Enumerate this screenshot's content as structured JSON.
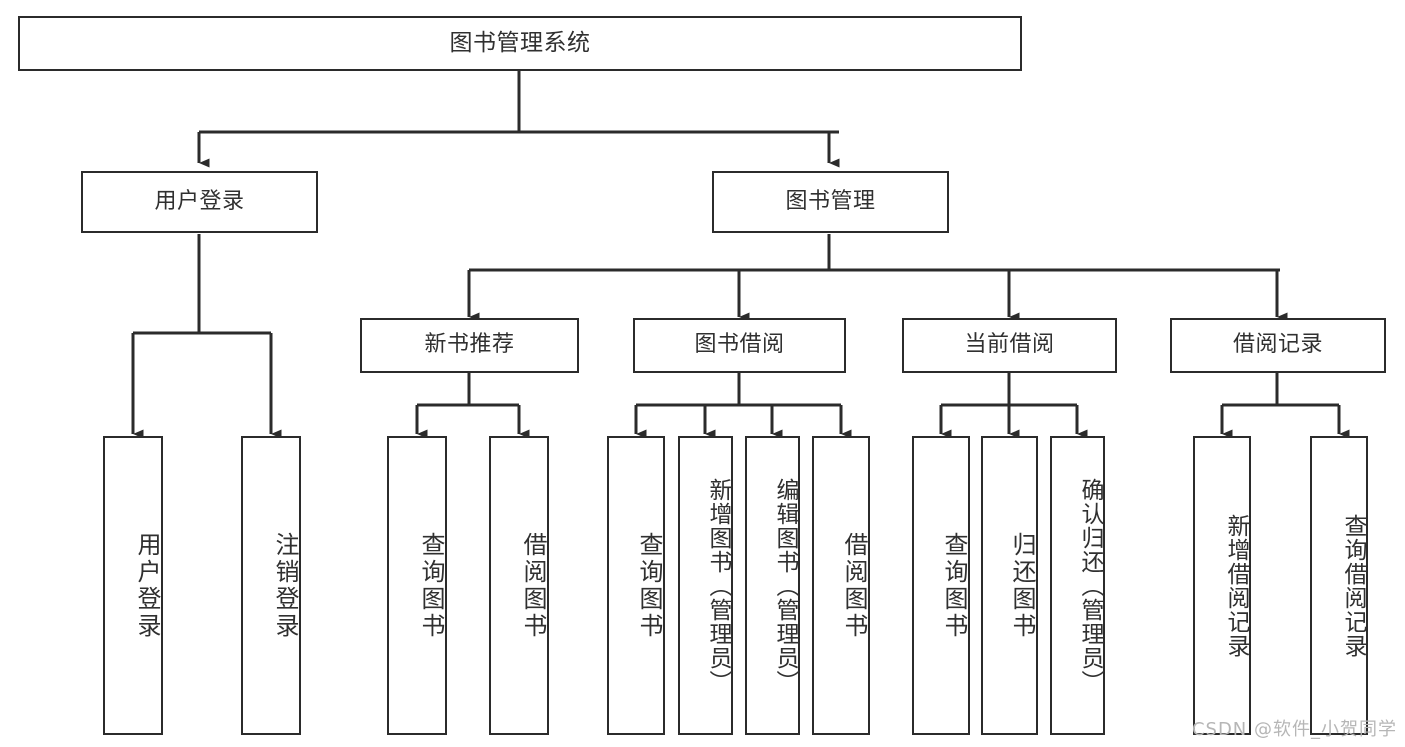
{
  "diagram": {
    "title": "图书管理系统",
    "type": "tree-hierarchy",
    "watermark": "CSDN @软件_小贺同学",
    "colors": {
      "stroke": "#2b2b2b",
      "text": "#303030",
      "background": "#ffffff",
      "watermark": "#b6b6b6"
    },
    "root": {
      "label": "图书管理系统"
    },
    "level2": [
      {
        "id": "user-login",
        "label": "用户登录"
      },
      {
        "id": "book-manage",
        "label": "图书管理"
      }
    ],
    "level3": [
      {
        "id": "new-book-recommend",
        "label": "新书推荐",
        "parent": "book-manage"
      },
      {
        "id": "book-borrow",
        "label": "图书借阅",
        "parent": "book-manage"
      },
      {
        "id": "current-borrow",
        "label": "当前借阅",
        "parent": "book-manage"
      },
      {
        "id": "borrow-record",
        "label": "借阅记录",
        "parent": "book-manage"
      }
    ],
    "leaves": [
      {
        "id": "leaf-user-login",
        "label": "用户登录",
        "parent": "user-login"
      },
      {
        "id": "leaf-user-logout",
        "label": "注销登录",
        "parent": "user-login"
      },
      {
        "id": "leaf-query-book-1",
        "label": "查询图书",
        "parent": "new-book-recommend"
      },
      {
        "id": "leaf-borrow-book-1",
        "label": "借阅图书",
        "parent": "new-book-recommend"
      },
      {
        "id": "leaf-query-book-2",
        "label": "查询图书",
        "parent": "book-borrow"
      },
      {
        "id": "leaf-add-book",
        "label": "新增图书（管理员）",
        "parent": "book-borrow"
      },
      {
        "id": "leaf-edit-book",
        "label": "编辑图书（管理员）",
        "parent": "book-borrow"
      },
      {
        "id": "leaf-borrow-book-2",
        "label": "借阅图书",
        "parent": "book-borrow"
      },
      {
        "id": "leaf-query-book-3",
        "label": "查询图书",
        "parent": "current-borrow"
      },
      {
        "id": "leaf-return-book",
        "label": "归还图书",
        "parent": "current-borrow"
      },
      {
        "id": "leaf-confirm-return",
        "label": "确认归还（管理员）",
        "parent": "current-borrow"
      },
      {
        "id": "leaf-add-record",
        "label": "新增借阅记录",
        "parent": "borrow-record"
      },
      {
        "id": "leaf-query-record",
        "label": "查询借阅记录",
        "parent": "borrow-record"
      }
    ]
  }
}
